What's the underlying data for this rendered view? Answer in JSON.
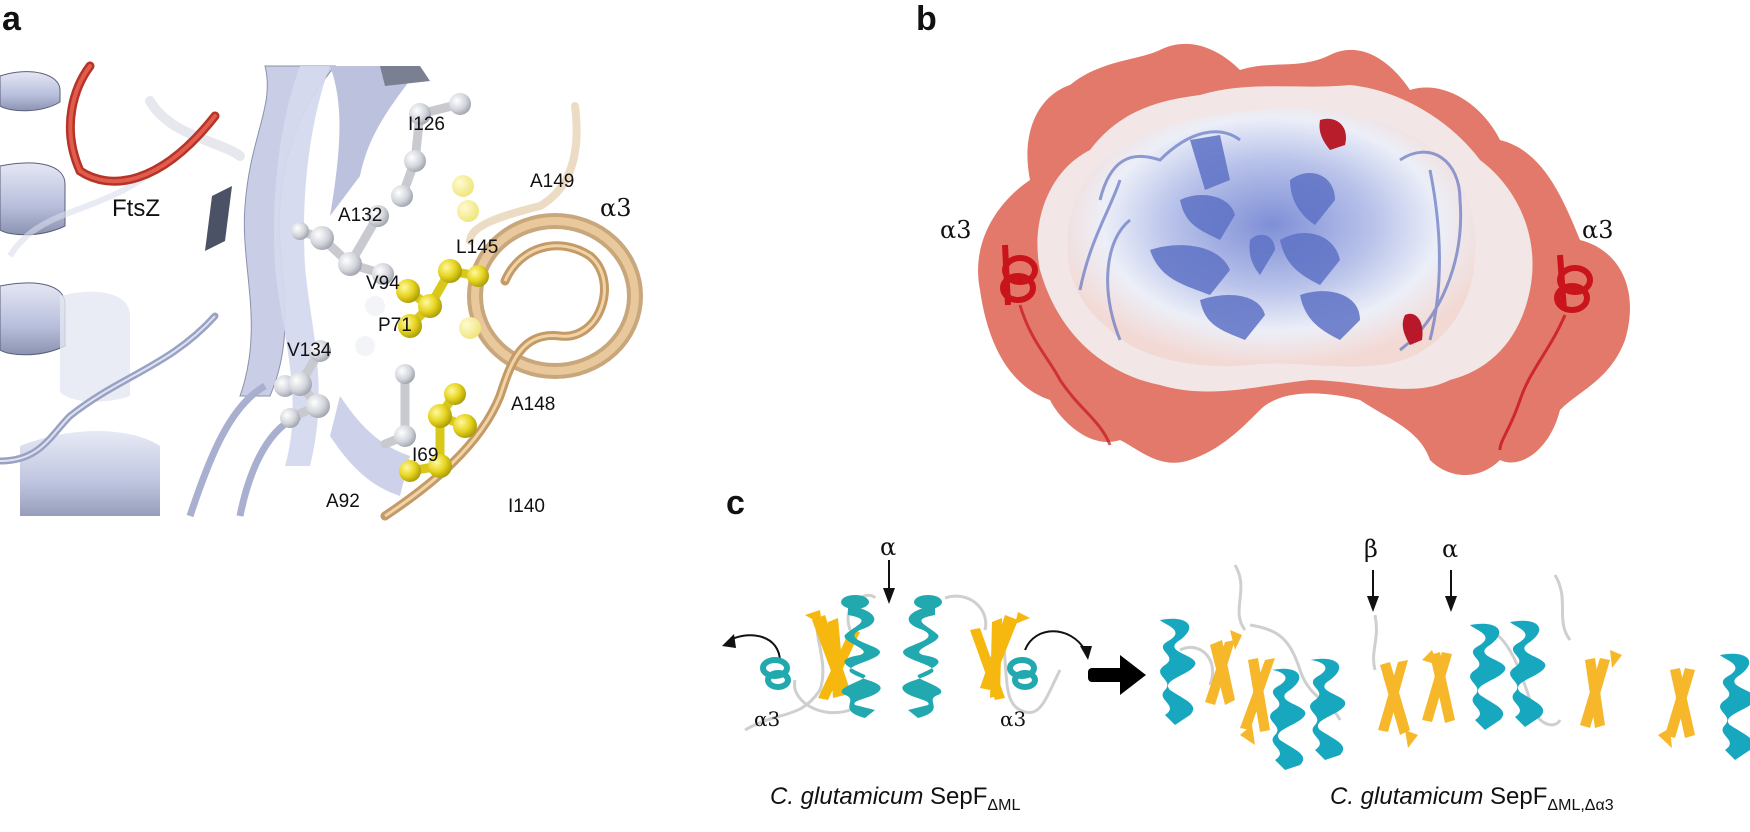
{
  "panels": {
    "a": {
      "letter": "a",
      "chain_label": "FtsZ",
      "helix_label": "α3",
      "residues": {
        "I126": "I126",
        "A149": "A149",
        "A132": "A132",
        "L145": "L145",
        "V94": "V94",
        "P71": "P71",
        "V134": "V134",
        "A148": "A148",
        "I69": "I69",
        "A92": "A92",
        "I140": "I140"
      },
      "colors": {
        "ftsz_peptide": "#d14a3c",
        "sepf_cartoon": "#c5cbe6",
        "alpha3_helix": "#e6c08e",
        "contact_residues": "#e8d82a",
        "sepf_residues": "#d9dbe0"
      }
    },
    "b": {
      "letter": "b",
      "helix_left": "α3",
      "helix_right": "α3",
      "colors": {
        "negative_surface": "#e06a5a",
        "positive_surface": "#6d7fd0",
        "neutral_surface": "#eef0f6",
        "alpha3_helix": "#c8141a"
      }
    },
    "c": {
      "letter": "c",
      "left": {
        "interface_label": "α",
        "helix_left": "α3",
        "helix_right": "α3",
        "caption_species": "C. glutamicum",
        "caption_protein": "SepF",
        "caption_sub": "ΔML"
      },
      "right": {
        "interface_beta": "β",
        "interface_alpha": "α",
        "caption_species": "C. glutamicum",
        "caption_protein": "SepF",
        "caption_sub": "ΔML,Δα3"
      },
      "colors": {
        "helix": "#1fa7b0",
        "strand": "#f5b40f",
        "loop": "#d6d6d6"
      }
    }
  }
}
